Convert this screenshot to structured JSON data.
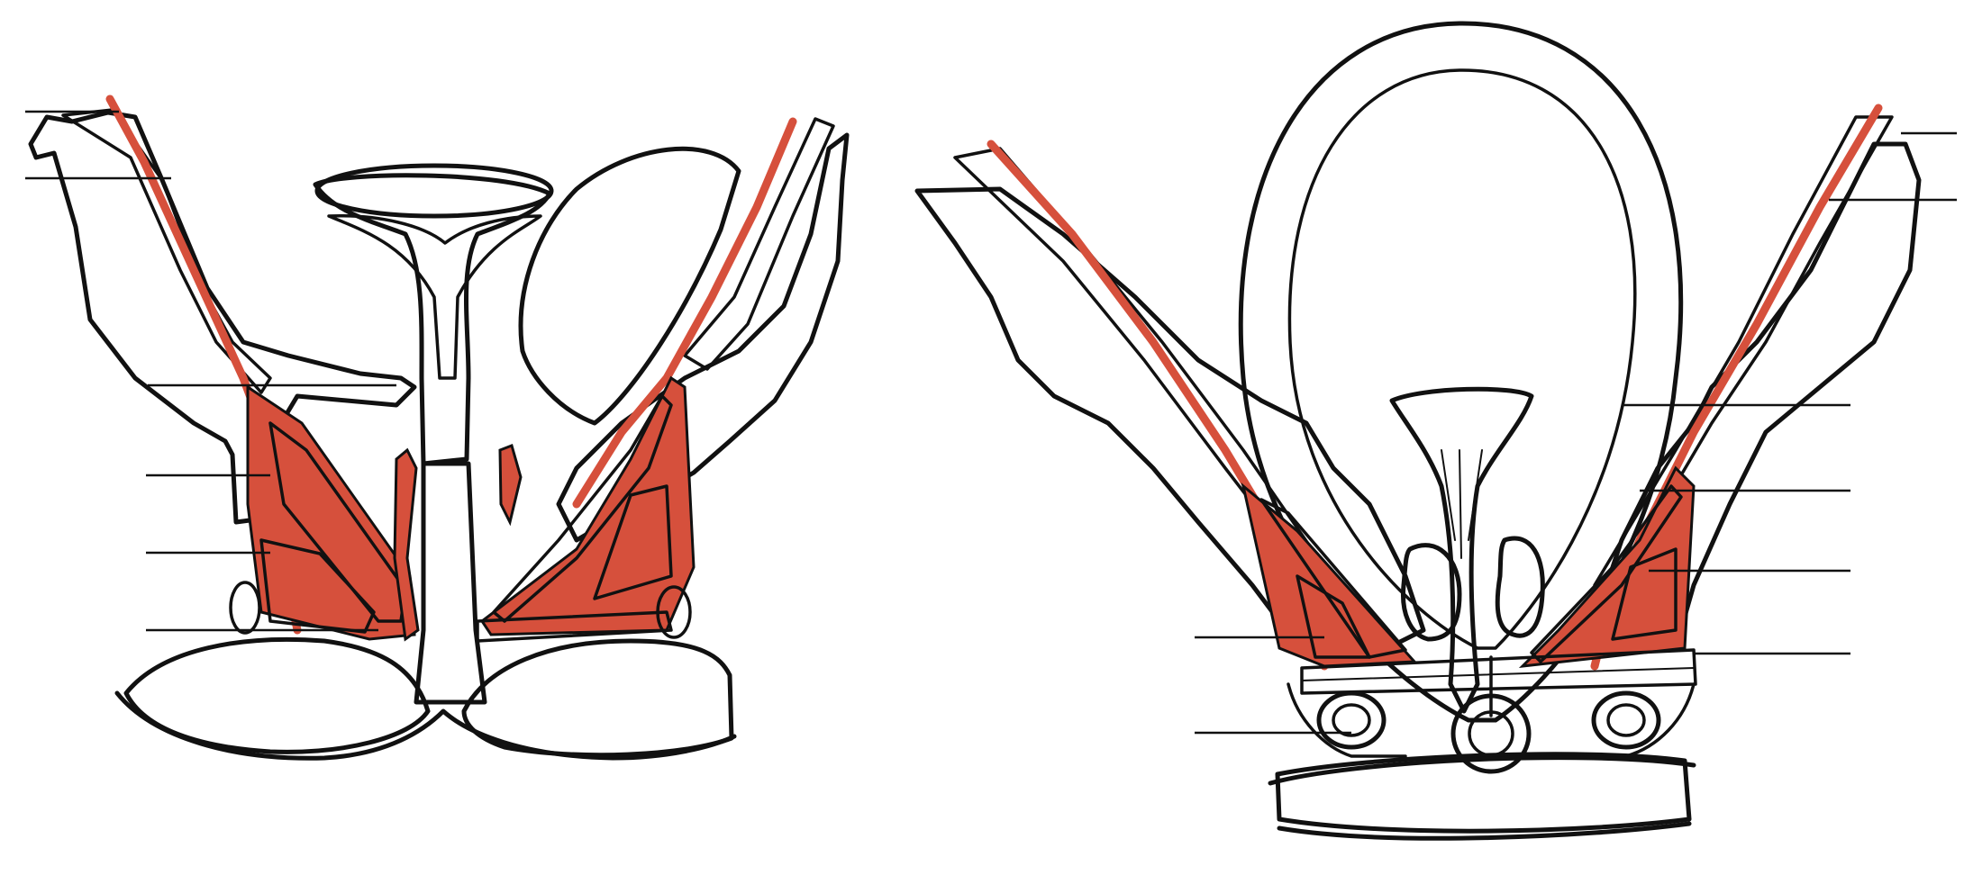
{
  "colors": {
    "ink": "#111111",
    "fascia_red": "#d6503c",
    "paper": "#ffffff"
  },
  "panels": [
    {
      "id": "left",
      "subject": "coronal-pelvic-section-with-uterus",
      "leader_count": 6
    },
    {
      "id": "right",
      "subject": "coronal-pelvic-section-with-bladder",
      "leader_count": 8
    }
  ]
}
